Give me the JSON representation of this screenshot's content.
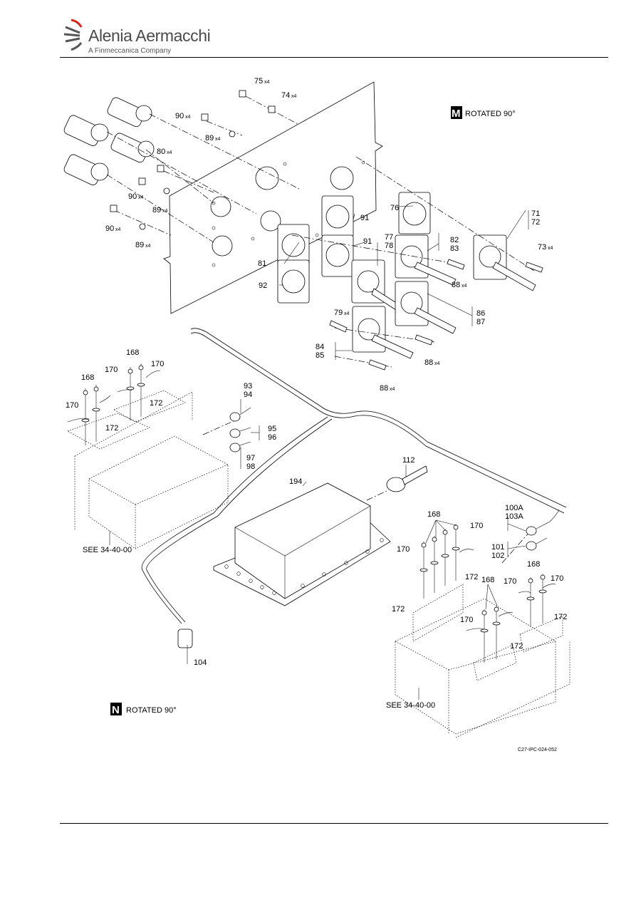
{
  "header": {
    "company": "Alenia Aermacchi",
    "tagline": "A Finmeccanica Company"
  },
  "view_notes": {
    "m_badge": "M",
    "m_text": "ROTATED 90°",
    "n_badge": "N",
    "n_text": "ROTATED 90°"
  },
  "callouts": {
    "c75": "75",
    "c75q": "x4",
    "c74": "74",
    "c74q": "x4",
    "c90a": "90",
    "c90aq": "x4",
    "c89a": "89",
    "c89aq": "x4",
    "c80": "80",
    "c80q": "x4",
    "c90b": "90",
    "c90bq": "x4",
    "c89b": "89",
    "c89bq": "x4",
    "c90c": "90",
    "c90cq": "x4",
    "c89c": "89",
    "c89cq": "x4",
    "c91a": "91",
    "c91b": "91",
    "c76": "76",
    "c71": "71",
    "c72": "72",
    "c73": "73",
    "c73q": "x4",
    "c77": "77",
    "c78": "78",
    "c82": "82",
    "c83": "83",
    "c81": "81",
    "c92": "92",
    "c88a": "88",
    "c88aq": "x4",
    "c79": "79",
    "c79q": "x4",
    "c86": "86",
    "c87": "87",
    "c84": "84",
    "c85": "85",
    "c88b": "88",
    "c88bq": "x4",
    "c88c": "88",
    "c88cq": "x4",
    "c168a": "168",
    "c170a": "170",
    "c170b": "170",
    "c168b": "168",
    "c170c": "170",
    "c172a": "172",
    "c172b": "172",
    "c93": "93",
    "c94": "94",
    "c95": "95",
    "c96": "96",
    "c97": "97",
    "c98": "98",
    "see_left": "SEE 34-40-00",
    "c112": "112",
    "c194": "194",
    "c100A": "100A",
    "c103A": "103A",
    "c101": "101",
    "c102": "102",
    "c168c": "168",
    "c170d": "170",
    "c170e": "170",
    "c172c": "172",
    "c172d": "172",
    "c168d": "168",
    "c168e": "168",
    "c170f": "170",
    "c170g": "170",
    "c172e": "172",
    "c172f": "172",
    "c170h": "170",
    "c104": "104",
    "see_right": "SEE 34-40-00"
  },
  "figure_id": "C27-IPC-024-052"
}
